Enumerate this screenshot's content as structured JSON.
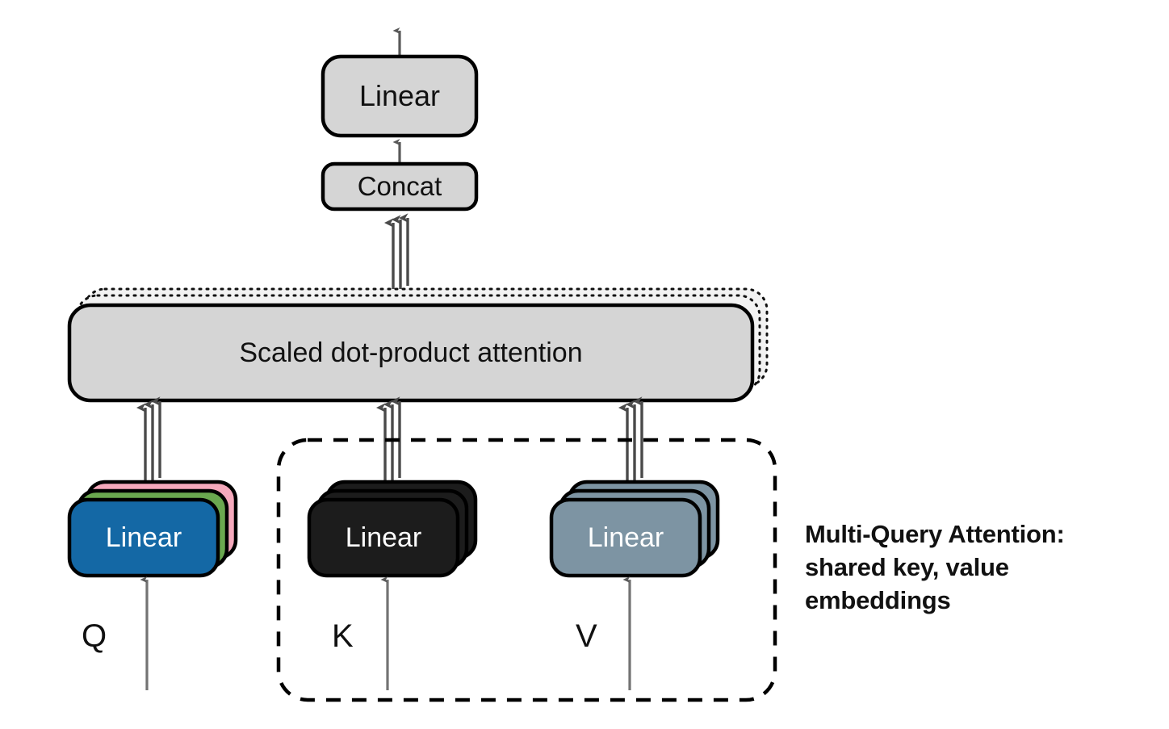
{
  "diagram": {
    "title": "Multi-Query Attention architecture diagram",
    "colors": {
      "gray_block": "#d5d5d5",
      "outline": "#000000",
      "arrow_light": "#595959",
      "arrow_dark": "#3d3d3d",
      "query_front": "#1468a5",
      "query_middle": "#6aa84f",
      "query_back": "#f5a9bc",
      "key_stack": "#1c1c1c",
      "value_stack": "#7d94a3",
      "ghost_outline": "#111111",
      "dashed_group": "#000000",
      "text_dark": "#111111",
      "text_light": "#ffffff"
    },
    "blocks": {
      "output_linear": {
        "label": "Linear"
      },
      "concat": {
        "label": "Concat"
      },
      "attention": {
        "label": "Scaled dot-product attention",
        "stack_count": 3
      },
      "query_linear": {
        "label": "Linear",
        "stack_count": 3
      },
      "key_linear": {
        "label": "Linear",
        "stack_count": 3
      },
      "value_linear": {
        "label": "Linear",
        "stack_count": 3
      }
    },
    "inputs": {
      "query_label": "Q",
      "key_label": "K",
      "value_label": "V"
    },
    "group_box": {
      "style": "dashed",
      "encloses": [
        "key_linear",
        "value_linear"
      ]
    },
    "annotation": {
      "line1": "Multi-Query Attention:",
      "line2": "shared key, value",
      "line3": "embeddings"
    }
  }
}
